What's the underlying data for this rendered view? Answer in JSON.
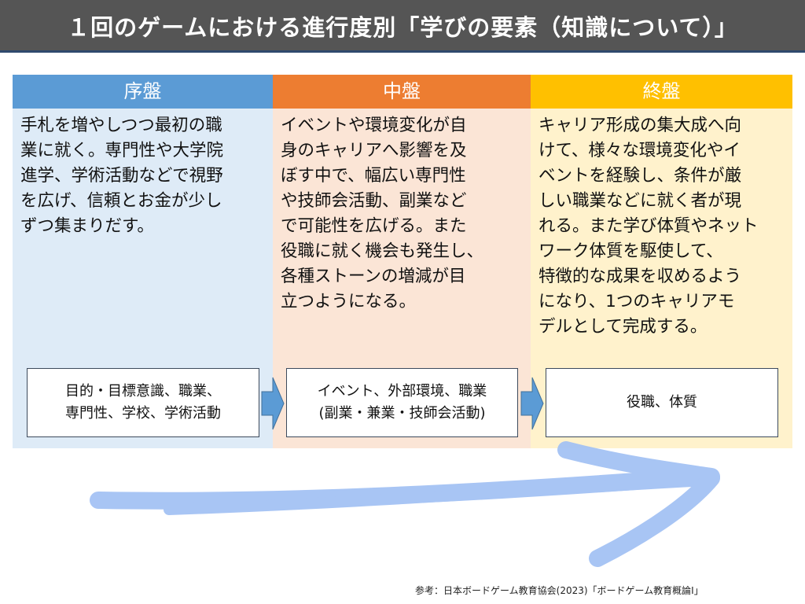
{
  "title": "１回のゲームにおける進行度別「学びの要素（知識について）」",
  "columns": [
    {
      "header": "序盤",
      "color": "#5b9bd5",
      "bg": "#deebf7",
      "lines": [
        "手札を増やしつつ最初の職",
        "業に就く。専門性や大学院",
        "進学、学術活動などで視野",
        "を広げ、信頼とお金が少し",
        "ずつ集まりだす。"
      ],
      "box": [
        "目的・目標意識、職業、",
        "専門性、学校、学術活動"
      ]
    },
    {
      "header": "中盤",
      "color": "#ed7d31",
      "bg": "#fbe5d6",
      "lines": [
        "イベントや環境変化が自",
        "身のキャリアへ影響を及",
        "ぼす中で、幅広い専門性",
        "や技師会活動、副業など",
        "で可能性を広げる。また",
        "役職に就く機会も発生し、",
        "各種ストーンの増減が目",
        "立つようになる。"
      ],
      "box": [
        "イベント、外部環境、職業",
        "(副業・兼業・技師会活動)"
      ]
    },
    {
      "header": "終盤",
      "color": "#ffc000",
      "bg": "#fff2cc",
      "lines": [
        "キャリア形成の集大成へ向",
        "けて、様々な環境変化やイ",
        "ベントを経験し、条件が厳",
        "しい職業などに就く者が現",
        "れる。また学び体質やネット",
        "ワーク体質を駆使して、",
        "特徴的な成果を収めるよう",
        "になり、1つのキャリアモ",
        "デルとして完成する。"
      ],
      "box": [
        "役職、体質"
      ]
    }
  ],
  "footer": "参考：日本ボードゲーム教育協会(2023)「ボードゲーム教育概論Ⅰ」"
}
